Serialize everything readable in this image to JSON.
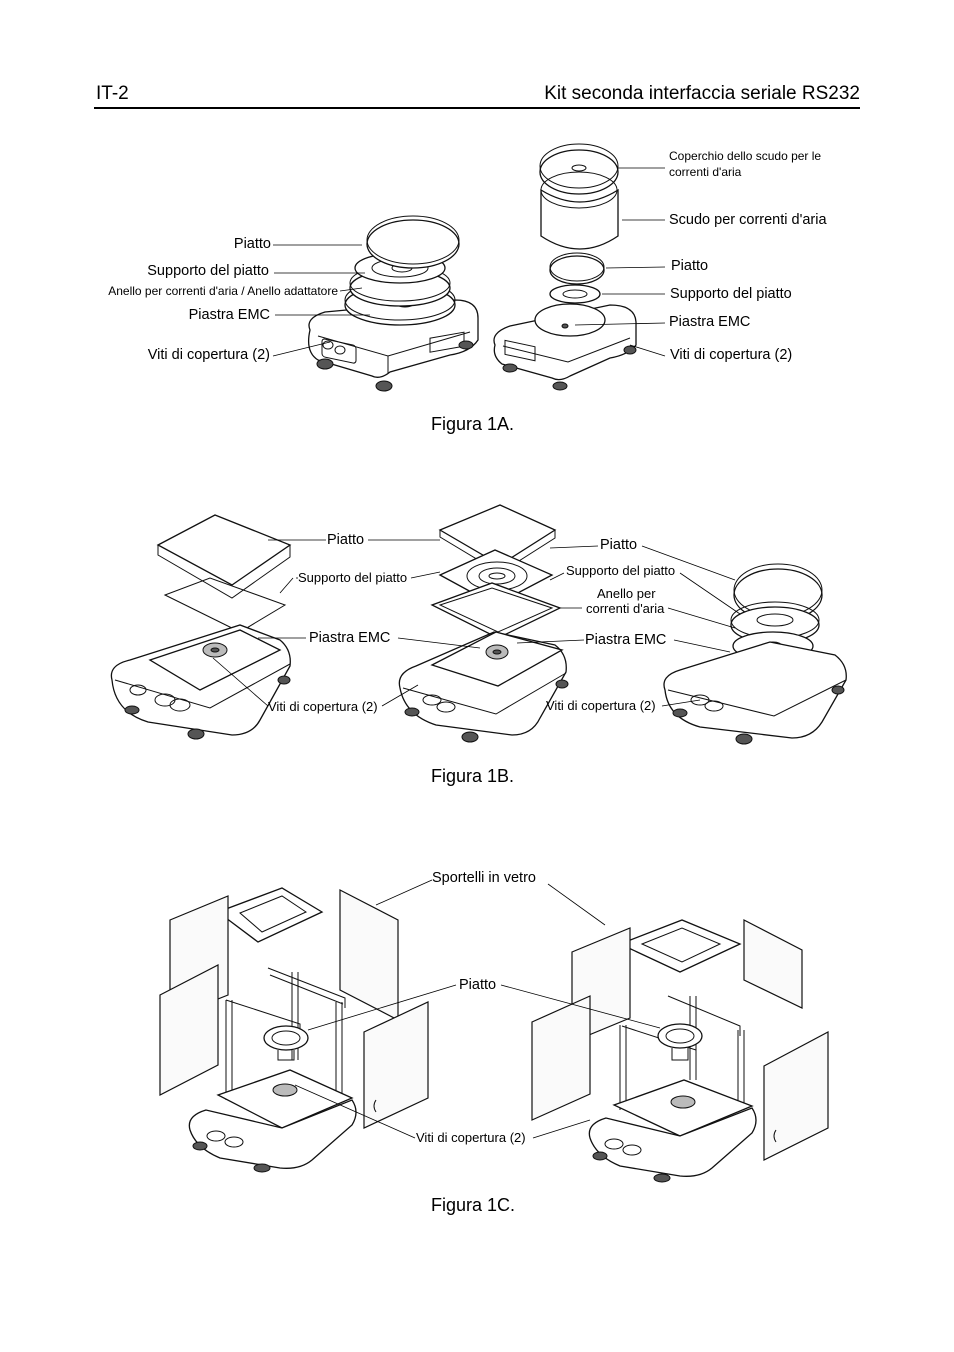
{
  "header": {
    "page_number": "IT-2",
    "title": "Kit seconda interfaccia seriale RS232"
  },
  "figure_1a": {
    "caption": "Figura 1A.",
    "left_labels": {
      "pan": "Piatto",
      "pan_support": "Supporto del piatto",
      "ring": "Anello per correnti d'aria / Anello adattatore",
      "emc_plate": "Piastra EMC",
      "cover_screws": "Viti di copertura (2)"
    },
    "right_labels": {
      "shield_cover_1": "Coperchio dello scudo per le",
      "shield_cover_2": "correnti d'aria",
      "shield": "Scudo per correnti d'aria",
      "pan": "Piatto",
      "pan_support": "Supporto del piatto",
      "emc_plate": "Piastra EMC",
      "cover_screws": "Viti di copertura (2)"
    }
  },
  "figure_1b": {
    "caption": "Figura 1B.",
    "left_labels": {
      "pan": "Piatto",
      "pan_support": "Supporto del piatto",
      "emc_plate": "Piastra EMC",
      "cover_screws": "Viti di copertura (2)"
    },
    "right_labels": {
      "pan": "Piatto",
      "pan_support": "Supporto del piatto",
      "ring_1": "Anello per",
      "ring_2": "correnti d'aria",
      "emc_plate": "Piastra EMC",
      "cover_screws": "Viti di copertura (2)"
    }
  },
  "figure_1c": {
    "caption": "Figura 1C.",
    "labels": {
      "glass_doors": "Sportelli in vetro",
      "pan": "Piatto",
      "cover_screws": "Viti di copertura (2)"
    }
  }
}
